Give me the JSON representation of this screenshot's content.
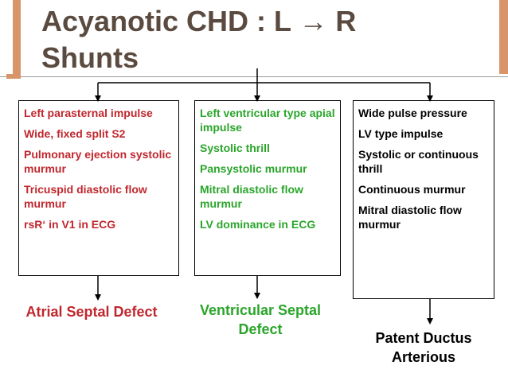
{
  "slide": {
    "title_line1": "Acyanotic CHD : L → R",
    "title_line2": "Shunts"
  },
  "colors": {
    "accent": "#d9956a",
    "title": "#5a4a3f",
    "asd": "#c0272d",
    "vsd": "#2aa52a",
    "pda": "#000000"
  },
  "boxes": [
    {
      "color": "red",
      "items": [
        "Left parasternal impulse",
        "Wide, fixed split S2",
        "Pulmonary ejection systolic murmur",
        "Tricuspid diastolic flow murmur",
        "rsR‘ in V1 in ECG"
      ],
      "label": "Atrial Septal Defect"
    },
    {
      "color": "green",
      "items": [
        "Left ventricular type apial impulse",
        "Systolic thrill",
        "Pansystolic murmur",
        "Mitral diastolic flow murmur",
        "LV dominance in ECG"
      ],
      "label": "Ventricular Septal Defect"
    },
    {
      "color": "black",
      "items": [
        "Wide pulse pressure",
        "LV type impulse",
        "Systolic or continuous thrill",
        "Continuous murmur",
        "Mitral diastolic flow murmur"
      ],
      "label": "Patent Ductus Arterious"
    }
  ]
}
